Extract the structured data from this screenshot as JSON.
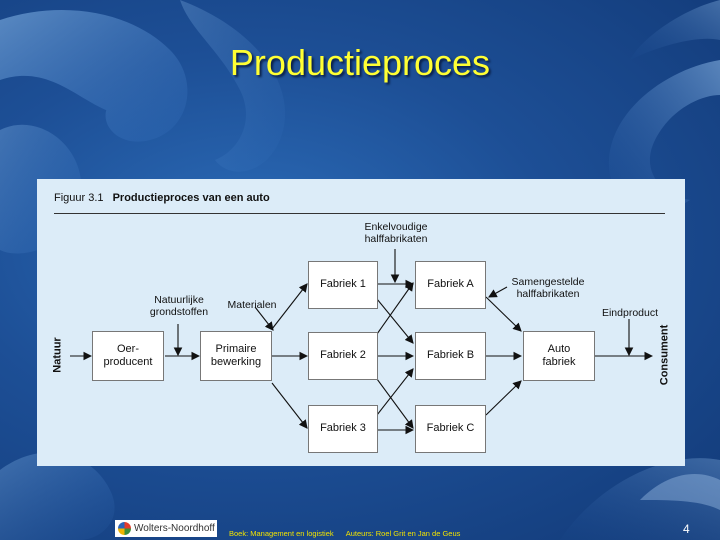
{
  "slide": {
    "title": "Productieproces",
    "page_number": "4"
  },
  "figure": {
    "number": "Figuur 3.1",
    "caption": "Productieproces van een auto",
    "nodes": {
      "oer_producent": "Oer-\nproducent",
      "primaire_bewerking": "Primaire\nbewerking",
      "fabriek_1": "Fabriek 1",
      "fabriek_2": "Fabriek 2",
      "fabriek_3": "Fabriek 3",
      "fabriek_a": "Fabriek A",
      "fabriek_b": "Fabriek B",
      "fabriek_c": "Fabriek C",
      "auto_fabriek": "Auto\nfabriek"
    },
    "labels": {
      "natuur": "Natuur",
      "consument": "Consument",
      "natuurlijke_grondstoffen": "Natuurlijke\ngrondstoffen",
      "materialen": "Materialen",
      "enkelvoudige_halffabrikaten": "Enkelvoudige\nhalffabrikaten",
      "samengestelde_halffabrikaten": "Samengestelde\nhalffabrikaten",
      "eindproduct": "Eindproduct"
    }
  },
  "footer": {
    "logo_text": "Wolters-Noordhoff",
    "book": "Boek: Management en logistiek",
    "authors": "Auteurs: Roel Grit  en Jan de Geus"
  },
  "colors": {
    "title": "#ffff33",
    "credits": "#f2e300",
    "panel": "#dcecf8"
  }
}
